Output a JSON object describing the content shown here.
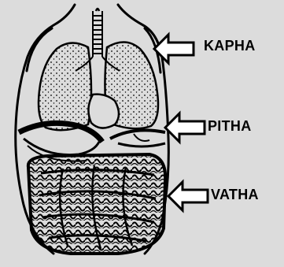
{
  "labels": {
    "kapha": "KAPHA",
    "pitha": "PITHA",
    "vatha": "VATHA"
  },
  "colors": {
    "background": "#dcdcdc",
    "ink": "#000000"
  }
}
